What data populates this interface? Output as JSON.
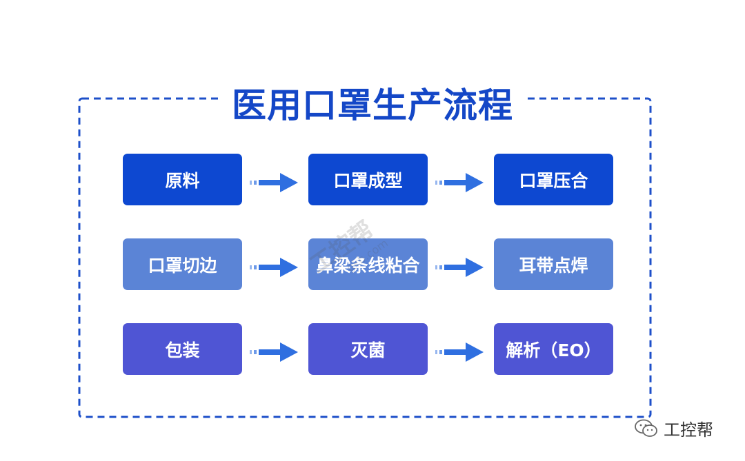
{
  "title": "医用口罩生产流程",
  "steps": {
    "row1": [
      "原料",
      "口罩成型",
      "口罩压合"
    ],
    "row2": [
      "口罩切边",
      "鼻梁条线粘合",
      "耳带点焊"
    ],
    "row3": [
      "包装",
      "灭菌",
      "解析（EO）"
    ]
  },
  "watermark": {
    "text": "工控帮",
    "sub": "gkb.com"
  },
  "footer": {
    "brand": "工控帮",
    "icon": "wechat-icon"
  },
  "colors": {
    "title": "#1447c7",
    "border": "#1d4fc9",
    "row1": "#0d48d1",
    "row2": "#5b84d6",
    "row3": "#4f55d4",
    "arrow": "#2f6fe0"
  }
}
